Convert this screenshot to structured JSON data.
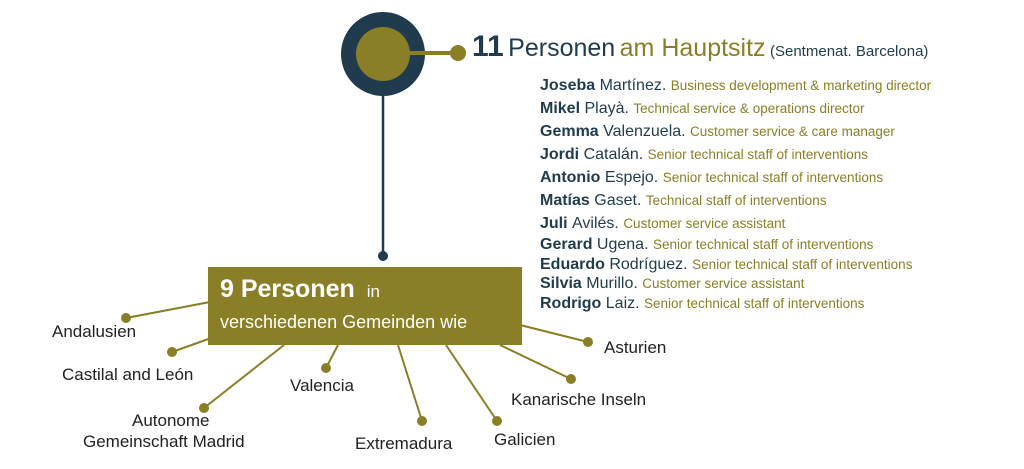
{
  "headquarters": {
    "count": "11",
    "word_people": "Personen",
    "word_at": "am Hauptsitz",
    "location": "(Sentmenat. Barcelona)",
    "staff": [
      {
        "first": "Joseba",
        "last": "Martínez.",
        "role": "Business development & marketing director"
      },
      {
        "first": "Mikel",
        "last": "Playà.",
        "role": "Technical service & operations director"
      },
      {
        "first": "Gemma",
        "last": "Valenzuela.",
        "role": "Customer service & care manager"
      },
      {
        "first": "Jordi",
        "last": "Catalán.",
        "role": "Senior technical staff of interventions"
      },
      {
        "first": "Antonio",
        "last": "Espejo.",
        "role": "Senior technical staff of interventions"
      },
      {
        "first": "Matías",
        "last": "Gaset.",
        "role": "Technical staff of interventions"
      },
      {
        "first": "Juli",
        "last": "Avilés.",
        "role": "Customer service assistant"
      },
      {
        "first": "Gerard",
        "last": "Ugena.",
        "role": "Senior technical staff of interventions"
      },
      {
        "first": "Eduardo",
        "last": "Rodríguez.",
        "role": "Senior technical staff of interventions"
      },
      {
        "first": "Silvia",
        "last": "Murillo.",
        "role": "Customer service assistant"
      },
      {
        "first": "Rodrigo",
        "last": "Laiz.",
        "role": "Senior technical staff of interventions"
      }
    ]
  },
  "branch": {
    "count_label": "9 Personen",
    "in_label": "in",
    "subtitle": "verschiedenen Gemeinden wie",
    "regions": {
      "andalusien": "Andalusien",
      "castilla": "Castilal and León",
      "madrid_line1": "Autonome",
      "madrid_line2": "Gemeinschaft Madrid",
      "valencia": "Valencia",
      "extremadura": "Extremadura",
      "galicien": "Galicien",
      "kanarische": "Kanarische Inseln",
      "asturien": "Asturien"
    }
  },
  "colors": {
    "navy": "#1f3b4d",
    "olive": "#8a7f26"
  }
}
